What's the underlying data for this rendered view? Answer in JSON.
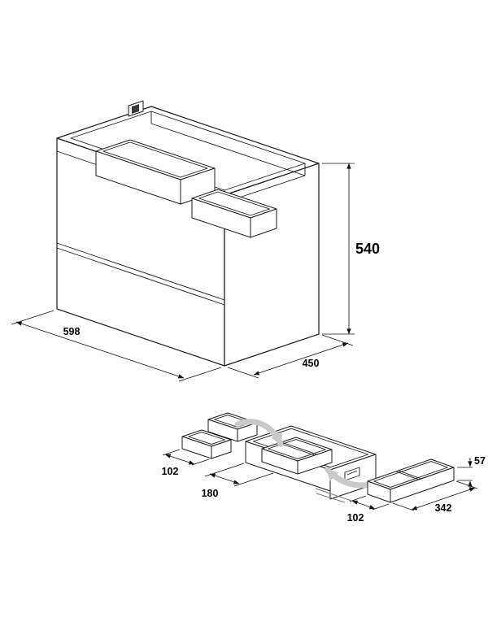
{
  "page": {
    "background": "#ffffff"
  },
  "colors": {
    "line": "#1a1a1a",
    "dimension_text": "#000000",
    "insert_arrow": "#c9c9c9"
  },
  "cabinet": {
    "dim_height": "540",
    "dim_width": "598",
    "dim_depth": "450"
  },
  "organizers": {
    "dim_small_tray_depth": "102",
    "dim_drawer_section_width": "180",
    "dim_long_tray_depth": "102",
    "dim_long_tray_length": "342",
    "dim_tray_height": "57"
  }
}
